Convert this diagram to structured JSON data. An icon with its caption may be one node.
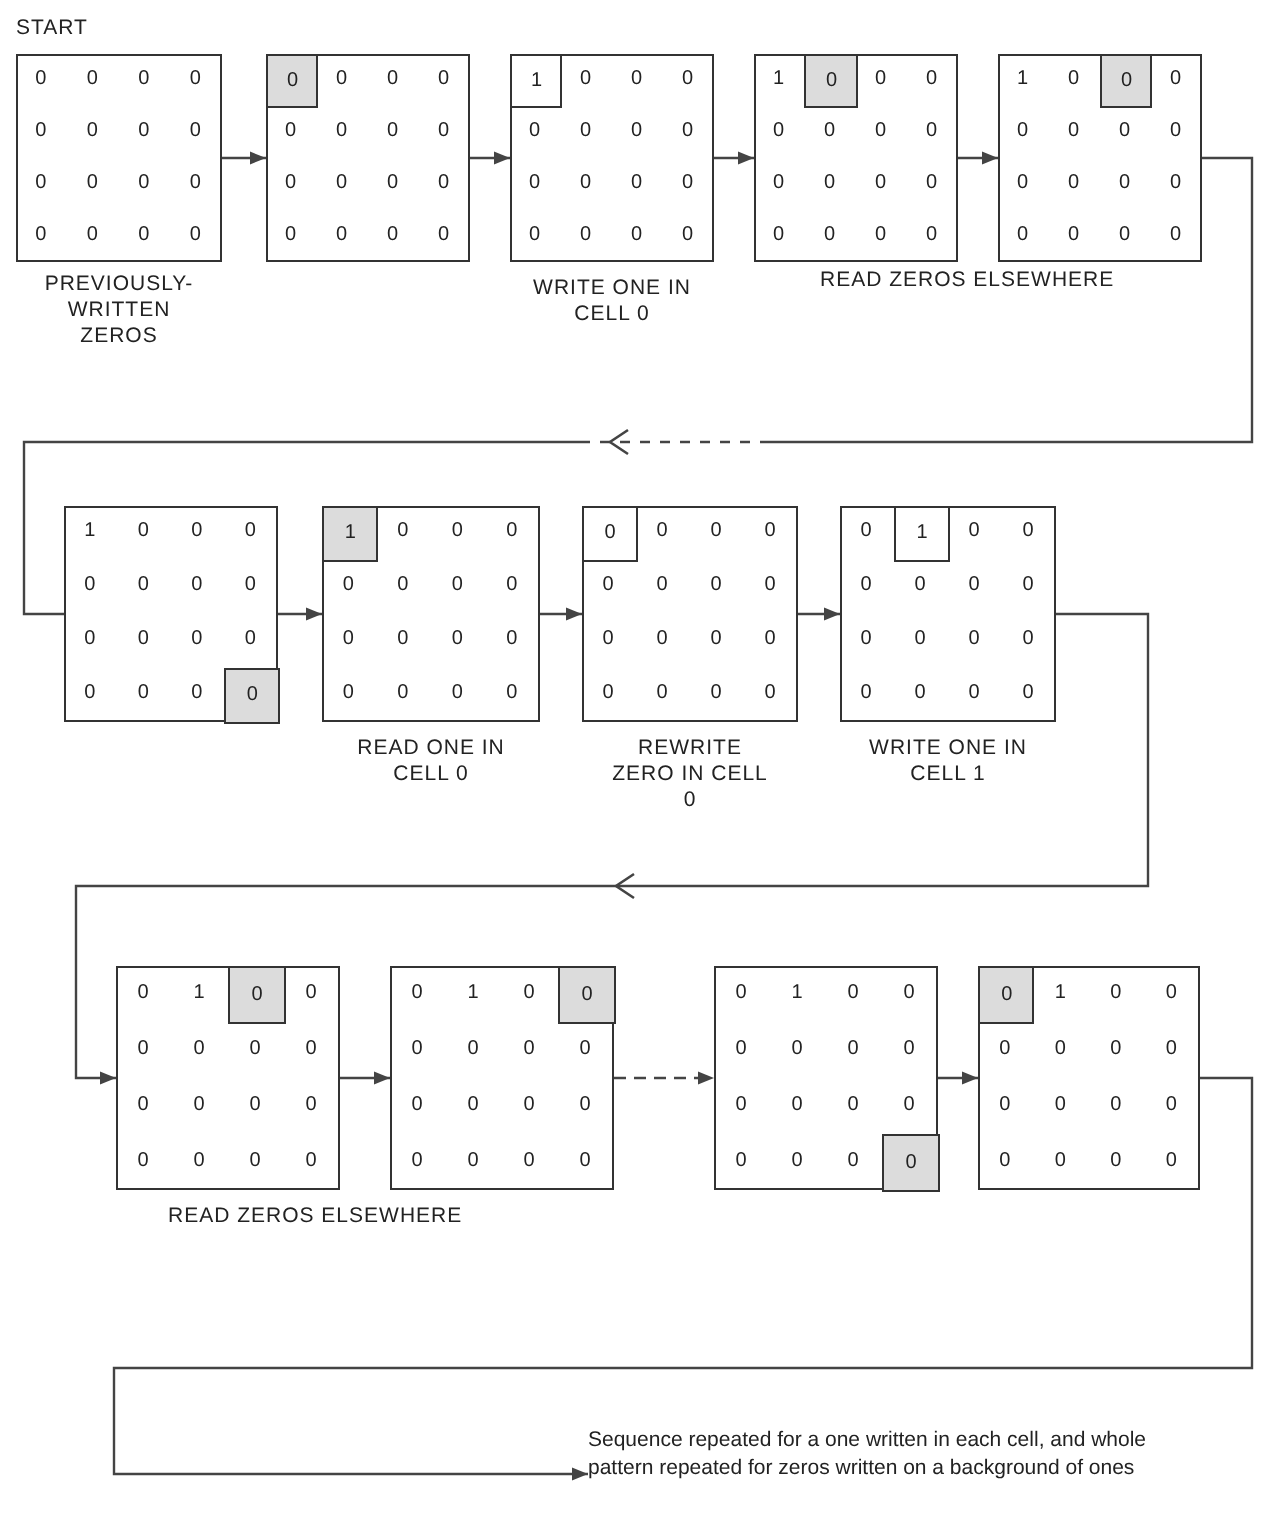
{
  "diagram": {
    "nodes": [
      {
        "text": [
          "0",
          "0",
          "0",
          "0",
          "0",
          "0",
          "0",
          "0",
          "0",
          "0",
          "0",
          "0",
          "0",
          "0",
          "0",
          "0"
        ],
        "beside": [
          "PREVIOUSLY- WRITTEN ZEROS"
        ]
      },
      {
        "text": [
          "0",
          "0",
          "0",
          "0",
          "0",
          "0",
          "0",
          "0",
          "0",
          "0",
          "0",
          "0",
          "0",
          "0",
          "0"
        ]
      },
      {
        "text": [
          "0"
        ],
        "in": 1
      },
      {
        "text": [
          "0",
          "0",
          "0",
          "0",
          "0",
          "0",
          "0",
          "0",
          "0",
          "0",
          "0",
          "0",
          "0",
          "0",
          "0"
        ],
        "beside": [
          "WRITE ONE IN CELL 0"
        ]
      },
      {
        "text": [
          "1"
        ],
        "in": 3
      },
      {
        "text": [
          "1",
          "0",
          "0",
          "0",
          "0",
          "0",
          "0",
          "0",
          "0",
          "0",
          "0",
          "0",
          "0",
          "0",
          "0"
        ]
      },
      {
        "text": [
          "0"
        ],
        "in": 5
      },
      {
        "text": [
          "1",
          "0",
          "0",
          "0",
          "0",
          "0",
          "0",
          "0",
          "0",
          "0",
          "0",
          "0",
          "0",
          "0",
          "0"
        ]
      },
      {
        "text": [
          "0"
        ],
        "in": 7
      },
      {
        "text": [
          "1",
          "0",
          "0",
          "0",
          "0",
          "0",
          "0",
          "0",
          "0",
          "0",
          "0",
          "0",
          "0",
          "0",
          "0"
        ]
      },
      {
        "text": [
          "0"
        ],
        "in": 9
      },
      {
        "text": [
          "0",
          "0",
          "0",
          "0",
          "0",
          "0",
          "0",
          "0",
          "0",
          "0",
          "0",
          "0",
          "0",
          "0",
          "0"
        ],
        "beside": [
          "READ ONE IN CELL 0"
        ]
      },
      {
        "text": [
          "1"
        ],
        "in": 11
      },
      {
        "text": [
          "0",
          "0",
          "0",
          "0",
          "0",
          "0",
          "0",
          "0",
          "0",
          "0",
          "0",
          "0",
          "0",
          "0",
          "0"
        ],
        "beside": [
          "REWRITE ZERO IN CELL 0"
        ]
      },
      {
        "text": [
          "0"
        ],
        "in": 13
      },
      {
        "text": [
          "0",
          "0",
          "0",
          "0",
          "0",
          "0",
          "0",
          "0",
          "0",
          "0",
          "0",
          "0",
          "0",
          "0",
          "0"
        ],
        "beside": [
          "WRITE ONE IN CELL 1"
        ]
      },
      {
        "text": [
          "1"
        ],
        "in": 15
      },
      {
        "text": [
          "0",
          "1",
          "0",
          "0",
          "0",
          "0",
          "0",
          "0",
          "0",
          "0",
          "0",
          "0",
          "0",
          "0",
          "0"
        ]
      },
      {
        "text": [
          "0"
        ],
        "in": 17
      },
      {
        "text": [
          "0",
          "1",
          "0",
          "0",
          "0",
          "0",
          "0",
          "0",
          "0",
          "0",
          "0",
          "0",
          "0",
          "0",
          "0"
        ]
      },
      {
        "text": [
          "0"
        ],
        "in": 19
      },
      {
        "text": [
          "0",
          "1",
          "0",
          "0",
          "0",
          "0",
          "0",
          "0",
          "0",
          "0",
          "0",
          "0",
          "0",
          "0",
          "0"
        ]
      },
      {
        "text": [
          "0"
        ],
        "in": 21
      },
      {
        "text": [
          "1",
          "0",
          "0",
          "0",
          "0",
          "0",
          "0",
          "0",
          "0",
          "0",
          "0",
          "0",
          "0",
          "0",
          "0"
        ]
      },
      {
        "text": [
          "0"
        ],
        "in": 23
      },
      {
        "text": [
          "Sequence repeated for a one written in each cell, and whole pattern repeated for zeros written on a background of ones"
        ]
      }
    ],
    "edges": [
      {
        "from": 0,
        "to": 1,
        "arrow": "to"
      },
      {
        "from": 1,
        "to": 3,
        "arrow": "to"
      },
      {
        "from": 3,
        "to": 5,
        "arrow": "to"
      },
      {
        "from": 5,
        "to": 7,
        "arrow": "to"
      },
      {
        "from": 7,
        "to": 9,
        "arrow": "to",
        "style": "dashed"
      },
      {
        "from": 9,
        "to": 11,
        "arrow": "to"
      },
      {
        "from": 11,
        "to": 13,
        "arrow": "to"
      },
      {
        "from": 13,
        "to": 15,
        "arrow": "to"
      },
      {
        "from": 15,
        "to": 17,
        "arrow": "to"
      },
      {
        "from": 17,
        "to": 19,
        "arrow": "to"
      },
      {
        "from": 19,
        "to": 21,
        "arrow": "to",
        "style": "dashed"
      },
      {
        "from": 21,
        "to": 23,
        "arrow": "to"
      },
      {
        "from": 23,
        "to": 25,
        "arrow": "to"
      }
    ],
    "labels": [
      "START",
      "READ ZEROS ELSEWHERE",
      "READ ZEROS ELSEWHERE"
    ]
  }
}
